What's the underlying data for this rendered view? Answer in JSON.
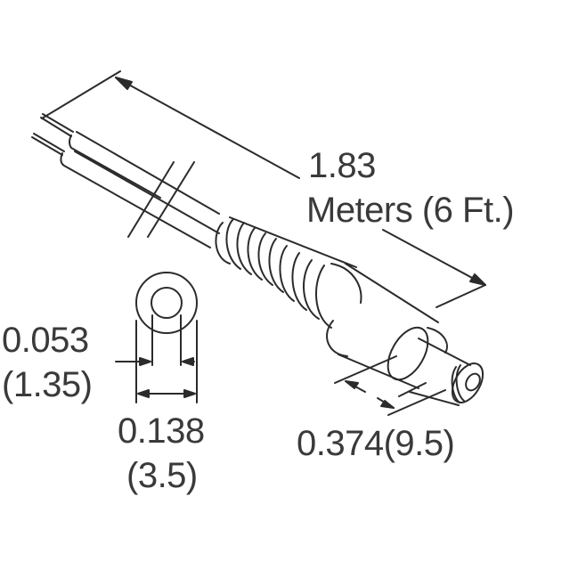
{
  "diagram": {
    "subject": "DC power plug cable assembly",
    "line_color": "#2b2b2b",
    "text_color": "#3a3a3a",
    "labels": {
      "length_value": "1.83",
      "length_unit": "Meters (6 Ft.)",
      "inner_diameter_in": "0.053",
      "inner_diameter_mm": "(1.35)",
      "outer_diameter_in": "0.138",
      "outer_diameter_mm": "(3.5)",
      "plug_length": "0.374(9.5)"
    }
  }
}
